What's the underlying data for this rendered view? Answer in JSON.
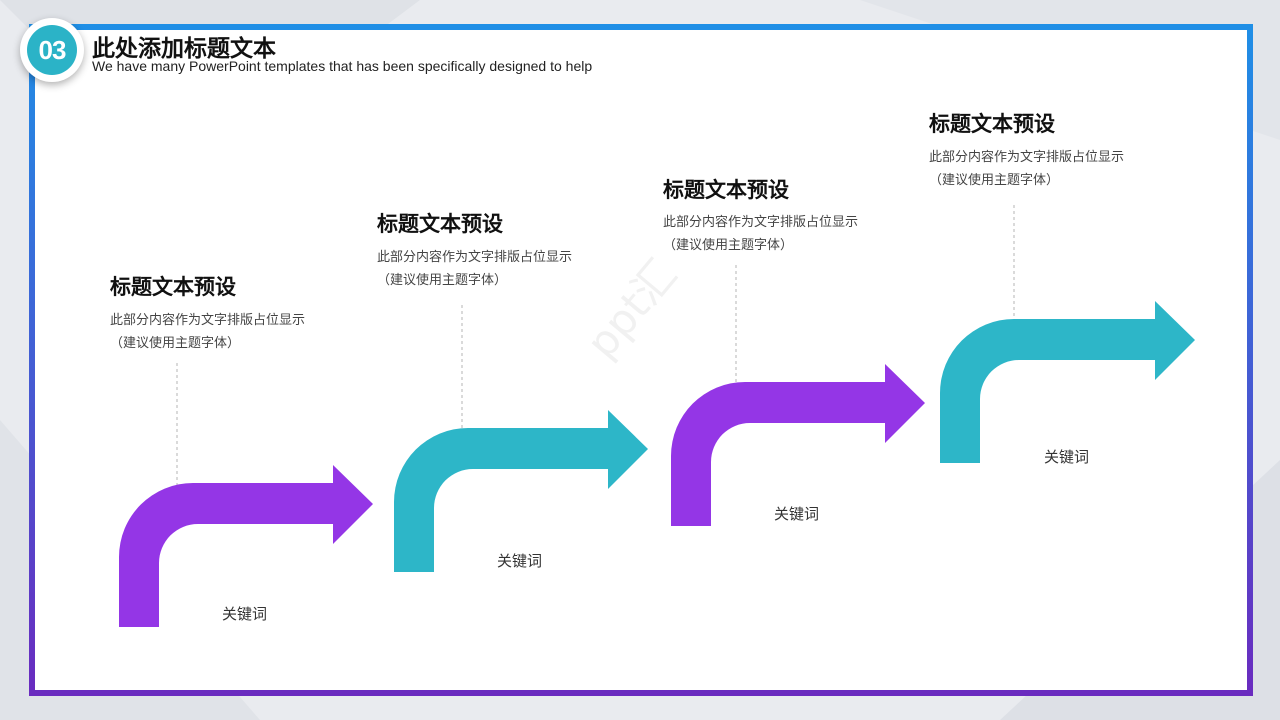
{
  "header": {
    "badge_number": "03",
    "title": "此处添加标题文本",
    "subtitle": "We have many PowerPoint templates that has been specifically designed to help"
  },
  "steps": [
    {
      "title": "标题文本预设",
      "desc_line1": "此部分内容作为文字排版占位显示",
      "desc_line2": "（建议使用主题字体）",
      "keyword": "关键词",
      "color": "#9436e6"
    },
    {
      "title": "标题文本预设",
      "desc_line1": "此部分内容作为文字排版占位显示",
      "desc_line2": "（建议使用主题字体）",
      "keyword": "关键词",
      "color": "#2db6c8"
    },
    {
      "title": "标题文本预设",
      "desc_line1": "此部分内容作为文字排版占位显示",
      "desc_line2": "（建议使用主题字体）",
      "keyword": "关键词",
      "color": "#9436e6"
    },
    {
      "title": "标题文本预设",
      "desc_line1": "此部分内容作为文字排版占位显示",
      "desc_line2": "（建议使用主题字体）",
      "keyword": "关键词",
      "color": "#2db6c8"
    }
  ],
  "colors": {
    "purple": "#9436e6",
    "teal": "#2db6c8",
    "frame_top": "#1f8fe6",
    "frame_bottom": "#6a2bbf"
  },
  "watermark": "ppt汇"
}
